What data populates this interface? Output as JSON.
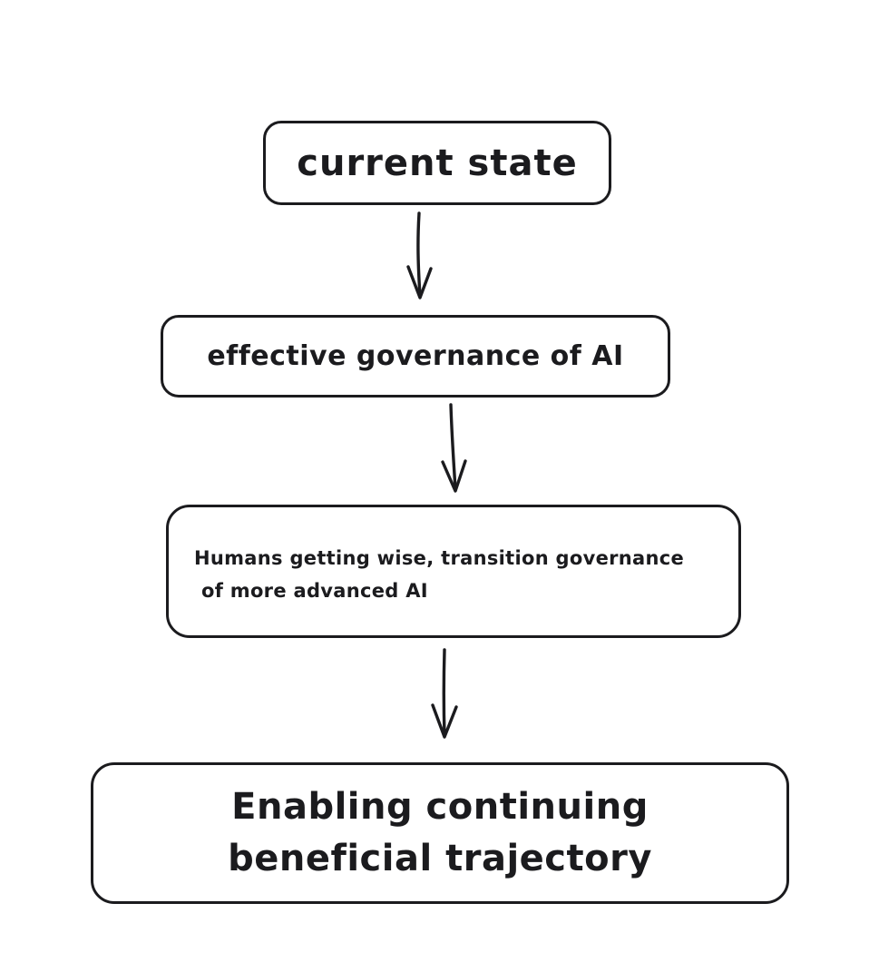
{
  "diagram": {
    "type": "flowchart",
    "direction": "top-down",
    "nodes": [
      {
        "id": "current-state",
        "lines": [
          "current state"
        ]
      },
      {
        "id": "effective-governance",
        "lines": [
          "effective governance of AI"
        ]
      },
      {
        "id": "transition-governance",
        "lines": [
          "Humans getting wise, transition governance",
          "of more advanced AI"
        ]
      },
      {
        "id": "beneficial-trajectory",
        "lines": [
          "Enabling continuing",
          "beneficial trajectory"
        ]
      }
    ],
    "edges": [
      {
        "from": "current-state",
        "to": "effective-governance",
        "style": "arrow-down"
      },
      {
        "from": "effective-governance",
        "to": "transition-governance",
        "style": "arrow-down"
      },
      {
        "from": "transition-governance",
        "to": "beneficial-trajectory",
        "style": "arrow-down"
      }
    ]
  },
  "colors": {
    "ink": "#1b1b1e",
    "background": "#ffffff"
  }
}
